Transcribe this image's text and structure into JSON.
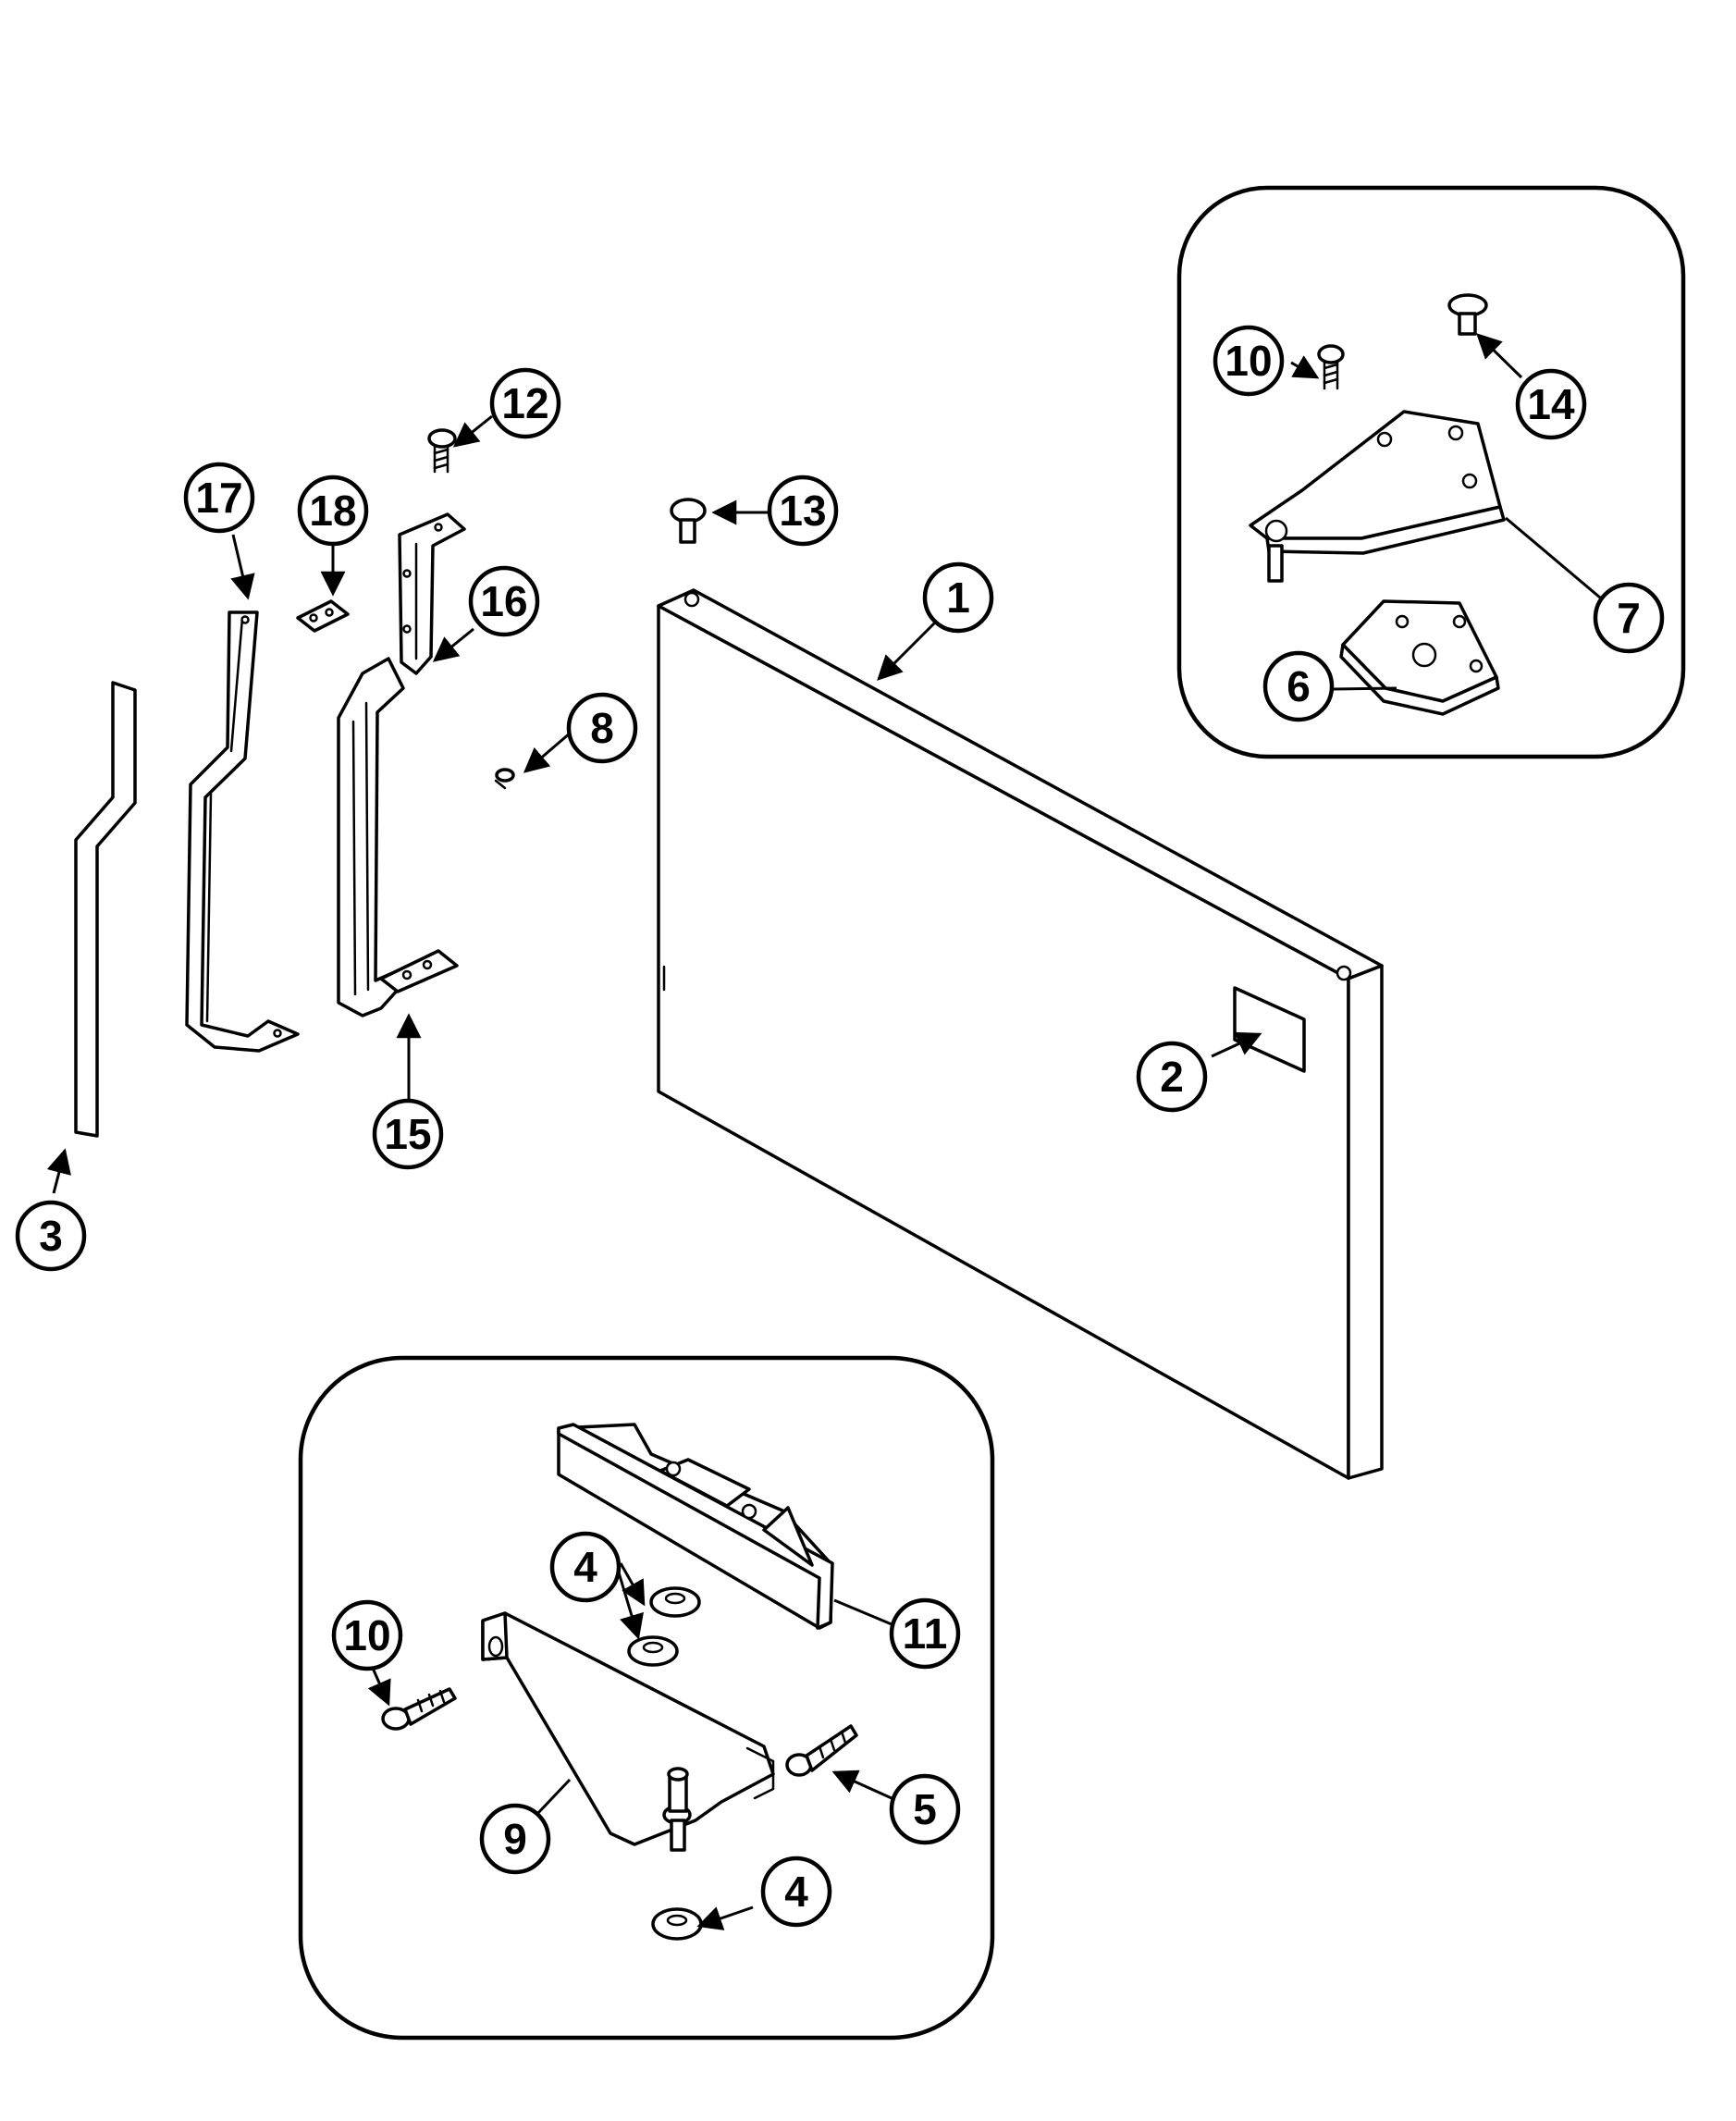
{
  "callouts": [
    {
      "id": "c1",
      "label": "1"
    },
    {
      "id": "c2",
      "label": "2"
    },
    {
      "id": "c3",
      "label": "3"
    },
    {
      "id": "c4a",
      "label": "4"
    },
    {
      "id": "c4b",
      "label": "4"
    },
    {
      "id": "c5",
      "label": "5"
    },
    {
      "id": "c6",
      "label": "6"
    },
    {
      "id": "c7",
      "label": "7"
    },
    {
      "id": "c8",
      "label": "8"
    },
    {
      "id": "c9",
      "label": "9"
    },
    {
      "id": "c10a",
      "label": "10"
    },
    {
      "id": "c10b",
      "label": "10"
    },
    {
      "id": "c11",
      "label": "11"
    },
    {
      "id": "c12",
      "label": "12"
    },
    {
      "id": "c13",
      "label": "13"
    },
    {
      "id": "c14",
      "label": "14"
    },
    {
      "id": "c15",
      "label": "15"
    },
    {
      "id": "c16",
      "label": "16"
    },
    {
      "id": "c17",
      "label": "17"
    },
    {
      "id": "c18",
      "label": "18"
    }
  ],
  "colors": {
    "line": "#000000",
    "background": "#ffffff"
  }
}
